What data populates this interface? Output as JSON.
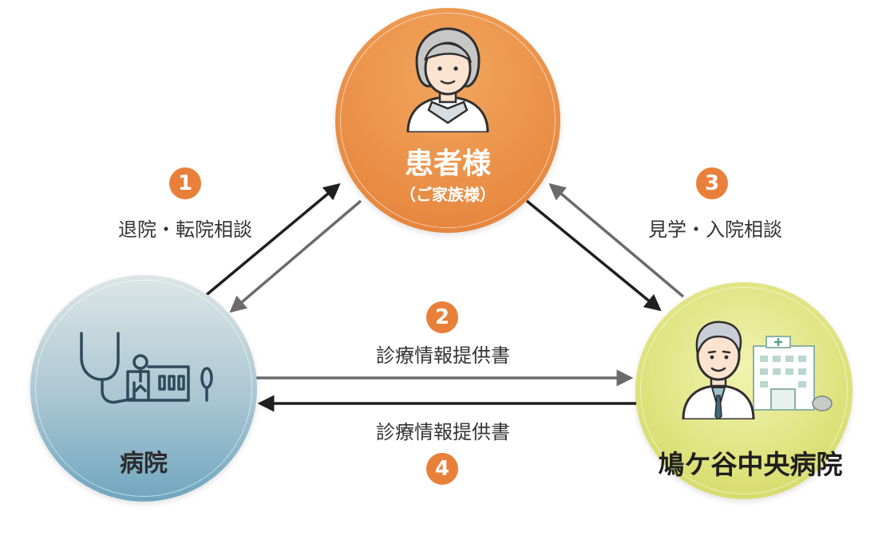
{
  "nodes": {
    "patient": {
      "title": "患者様",
      "subtitle": "（ご家族様）"
    },
    "hospital": {
      "title": "病院"
    },
    "central_hospital": {
      "title": "鳩ケ谷中央病院"
    }
  },
  "steps": [
    {
      "number": "1",
      "label": "退院・転院相談"
    },
    {
      "number": "2",
      "label": "診療情報提供書"
    },
    {
      "number": "3",
      "label": "見学・入院相談"
    },
    {
      "number": "4",
      "label": "診療情報提供書"
    }
  ],
  "colors": {
    "accent_orange": "#e9803a",
    "patient_circle": "#e88b43",
    "hospital_circle": "#8fb7c8",
    "central_circle": "#dde17a",
    "arrow_dark": "#1f1f1f",
    "arrow_gray": "#6b6b6b"
  },
  "icons": {
    "patient": "elderly-woman-icon",
    "hospital": "stethoscope-building-icon",
    "central_hospital": "doctor-hospital-icon"
  }
}
